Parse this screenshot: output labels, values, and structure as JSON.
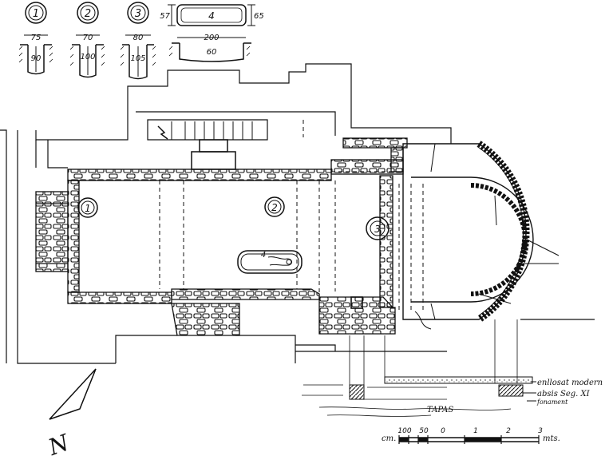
{
  "tombs": [
    {
      "id": "1",
      "width_cm": "75",
      "depth_cm": "90"
    },
    {
      "id": "2",
      "width_cm": "70",
      "depth_cm": "100"
    },
    {
      "id": "3",
      "width_cm": "80",
      "depth_cm": "105"
    },
    {
      "id": "4",
      "height_left_cm": "57",
      "height_right_cm": "65",
      "length_cm": "200",
      "width_cm": "60"
    }
  ],
  "plan_markers": [
    "1",
    "2",
    "3",
    "4"
  ],
  "section_labels": {
    "floor": "enllosat modern",
    "apse": "absis Seg. XI",
    "foundation": "fonament",
    "tapas": "TAPAS"
  },
  "scale": {
    "unit_left": "cm.",
    "unit_right": "mts.",
    "ticks": [
      "100",
      "50",
      "0",
      "1",
      "2",
      "3"
    ]
  },
  "north_label": "N"
}
